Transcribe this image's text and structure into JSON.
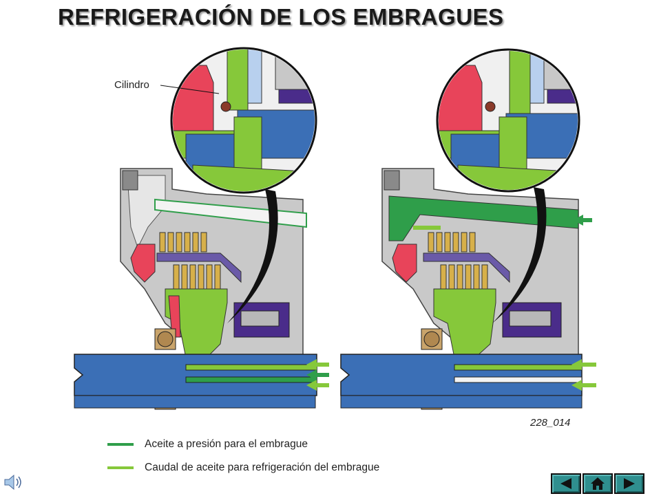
{
  "title": "REFRIGERACIÓN DE LOS EMBRAGUES",
  "labels": {
    "cylinder": "Cilindro",
    "figure_code": "228_014"
  },
  "legend": [
    {
      "text": "Aceite a presión para el embrague",
      "color": "#2f9e4a"
    },
    {
      "text": "Caudal de aceite para refrigeración del embrague",
      "color": "#86c83a"
    }
  ],
  "colors": {
    "pressure_oil": "#2f9e4a",
    "cooling_oil": "#86c83a",
    "housing": "#c8c8c8",
    "shaft_blue": "#3b6fb6",
    "piston_red": "#e8445a",
    "bearing_tan": "#c9a46b",
    "purple": "#4a2c8a",
    "nav_teal": "#2f8f8f"
  },
  "nav": {
    "prev_icon": "triangle-left-icon",
    "home_icon": "home-icon",
    "next_icon": "triangle-right-icon"
  },
  "audio_icon": "speaker-icon"
}
